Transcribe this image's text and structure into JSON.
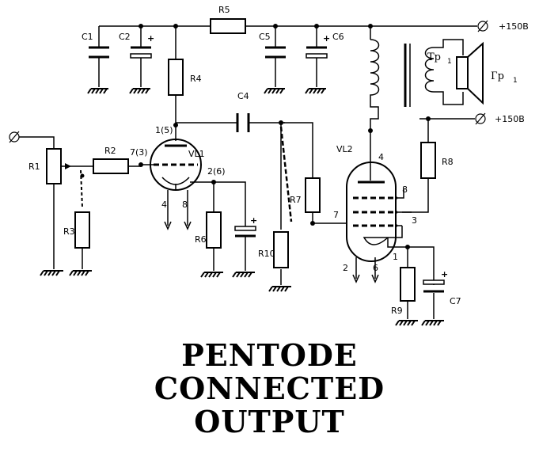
{
  "title_lines": [
    "PENTODE",
    "CONNECTED",
    "OUTPUT"
  ],
  "supply_label_top": "+150B",
  "supply_label_right": "+150B",
  "components": {
    "r1": "R1",
    "r2": "R2",
    "r3": "R3",
    "r4": "R4",
    "r5": "R5",
    "r6": "R6",
    "r7": "R7",
    "r8": "R8",
    "r9": "R9",
    "r10": "R10",
    "c1": "C1",
    "c2": "C2",
    "c4": "C4",
    "c5": "C5",
    "c6": "C6",
    "c7": "C7",
    "vl1": "VL1",
    "vl2": "VL2",
    "transformer": "Tp",
    "transformer_sub": "1",
    "speaker": "Гp",
    "speaker_sub": "1"
  },
  "pins": {
    "vl1_plate": "1(5)",
    "vl1_grid": "7(3)",
    "vl1_cathode": "2(6)",
    "vl1_heater_a": "4",
    "vl1_heater_b": "8",
    "vl2_plate": "4",
    "vl2_screen": "8",
    "vl2_suppressor": "3",
    "vl2_grid": "7",
    "vl2_cathode": "1",
    "vl2_heater_a": "2",
    "vl2_heater_b": "6"
  },
  "polarity_mark": "+"
}
